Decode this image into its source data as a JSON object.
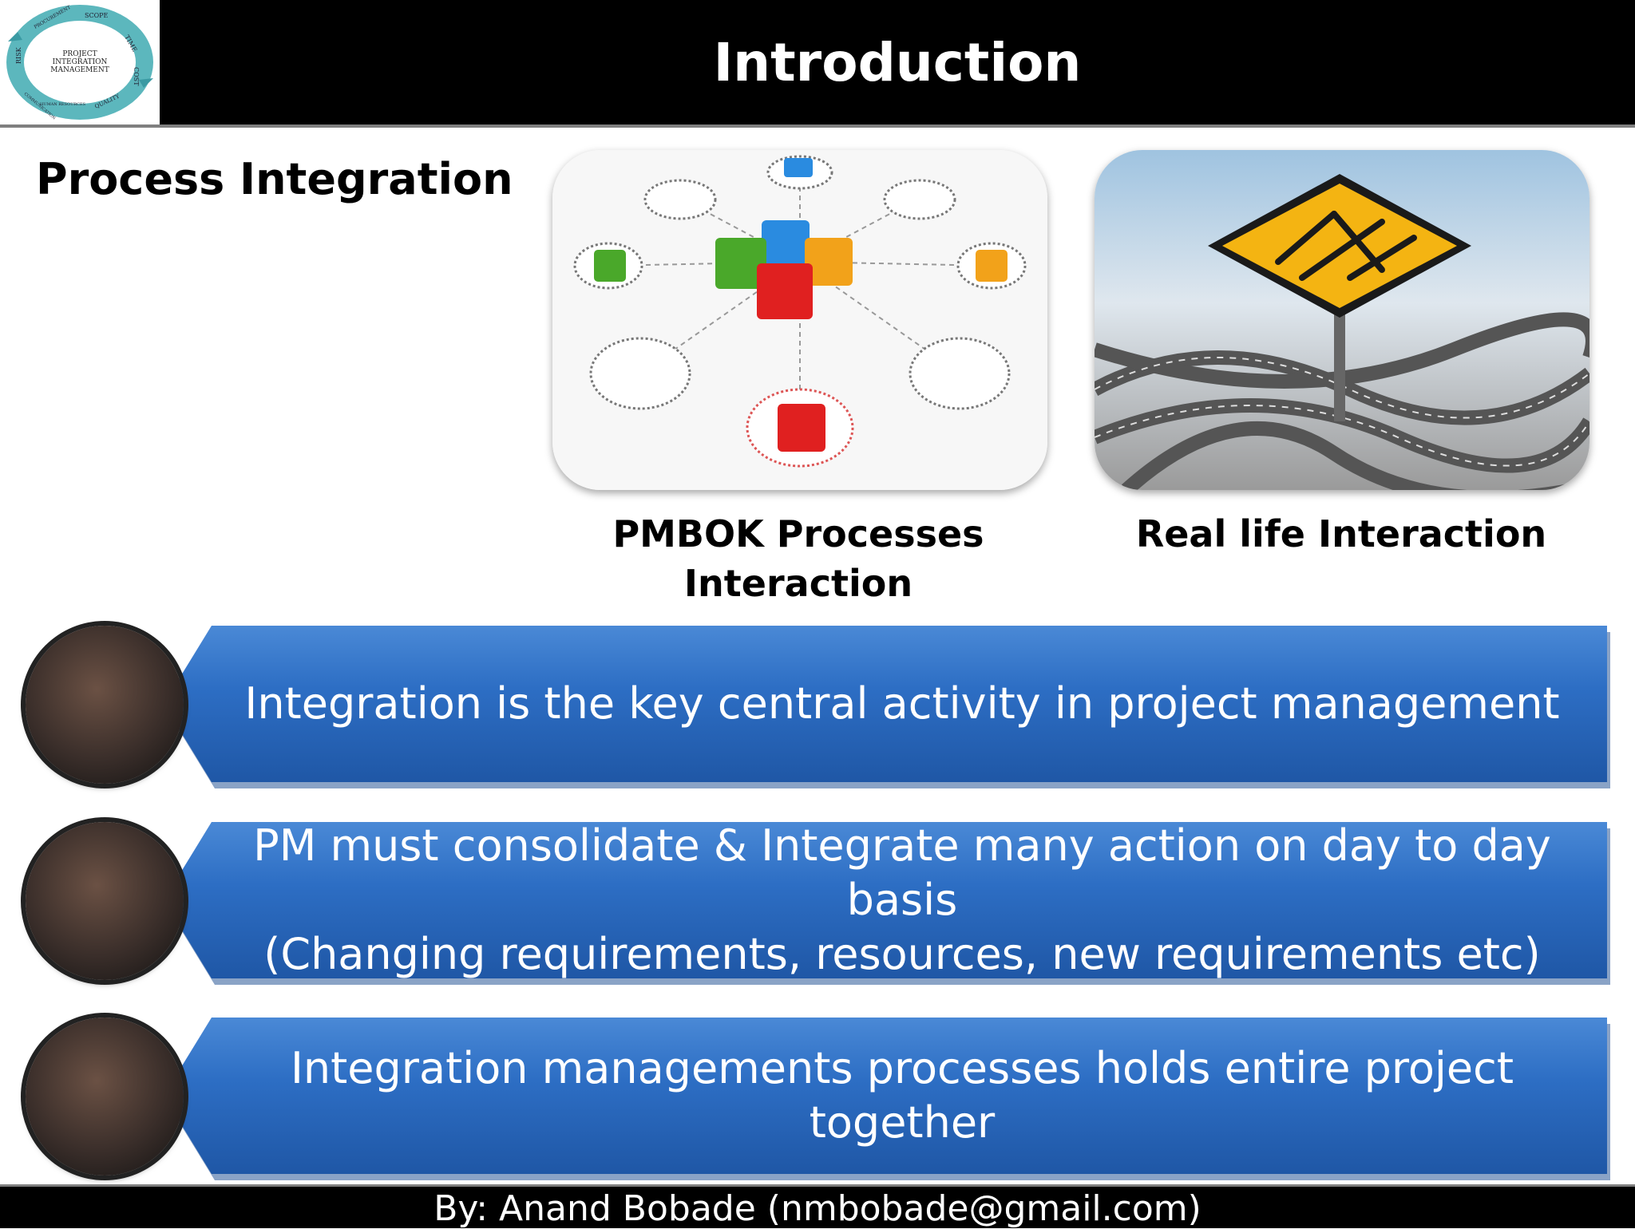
{
  "header": {
    "title": "Introduction",
    "logo": {
      "center_text": [
        "PROJECT",
        "INTEGRATION",
        "MANAGEMENT"
      ],
      "ring_words": [
        "SCOPE",
        "TIME",
        "COST",
        "QUALITY",
        "HUMAN RESOURCES",
        "COMMUNICATION",
        "RISK",
        "PROCUREMENT"
      ]
    }
  },
  "section_title": "Process Integration",
  "images": [
    {
      "caption_line1": "PMBOK Processes",
      "caption_line2": "Interaction",
      "icon": "puzzle-network-icon"
    },
    {
      "caption": "Real life Interaction",
      "icon": "tangled-roads-sign-icon"
    }
  ],
  "bullets": [
    {
      "line1": "Integration is the key central activity in project management"
    },
    {
      "line1": "PM must consolidate & Integrate many action on day to day basis",
      "line2": "(Changing requirements, resources, new requirements etc)"
    },
    {
      "line1": "Integration managements processes holds entire project together"
    }
  ],
  "footer": {
    "text": "By: Anand Bobade (nmbobade@gmail.com)"
  },
  "colors": {
    "header_bg": "#000000",
    "banner_blue": "#2d6ec4",
    "puzzle": [
      "#2a8be0",
      "#f2a21a",
      "#e02020",
      "#4aa82a"
    ]
  }
}
